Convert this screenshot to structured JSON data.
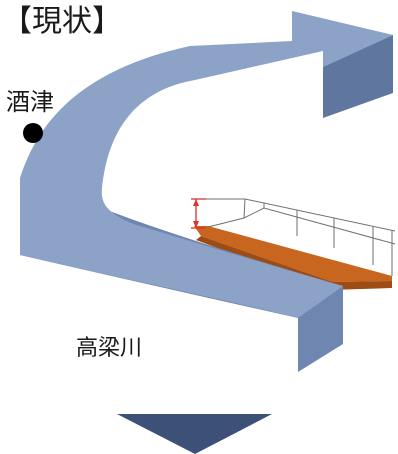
{
  "header": {
    "title": "【現状】"
  },
  "map": {
    "town_label": "酒津",
    "river_label": "高梁川"
  },
  "colors": {
    "river_top": "#8da2c7",
    "river_side": "#6f86b0",
    "river_side_dark": "#5f769f",
    "levee_top": "#ffffff",
    "levee_base": "#c8651e",
    "levee_base_dark": "#9f4b14",
    "dimension_marker": "#e03030",
    "down_arrow": "#3d5078",
    "town_marker": "#000000"
  },
  "icons": {
    "town_marker": "town-marker-icon",
    "flow_arrow": "flow-arrow-icon",
    "down_arrow": "down-arrow-icon",
    "dimension_marker": "height-marker-icon"
  }
}
